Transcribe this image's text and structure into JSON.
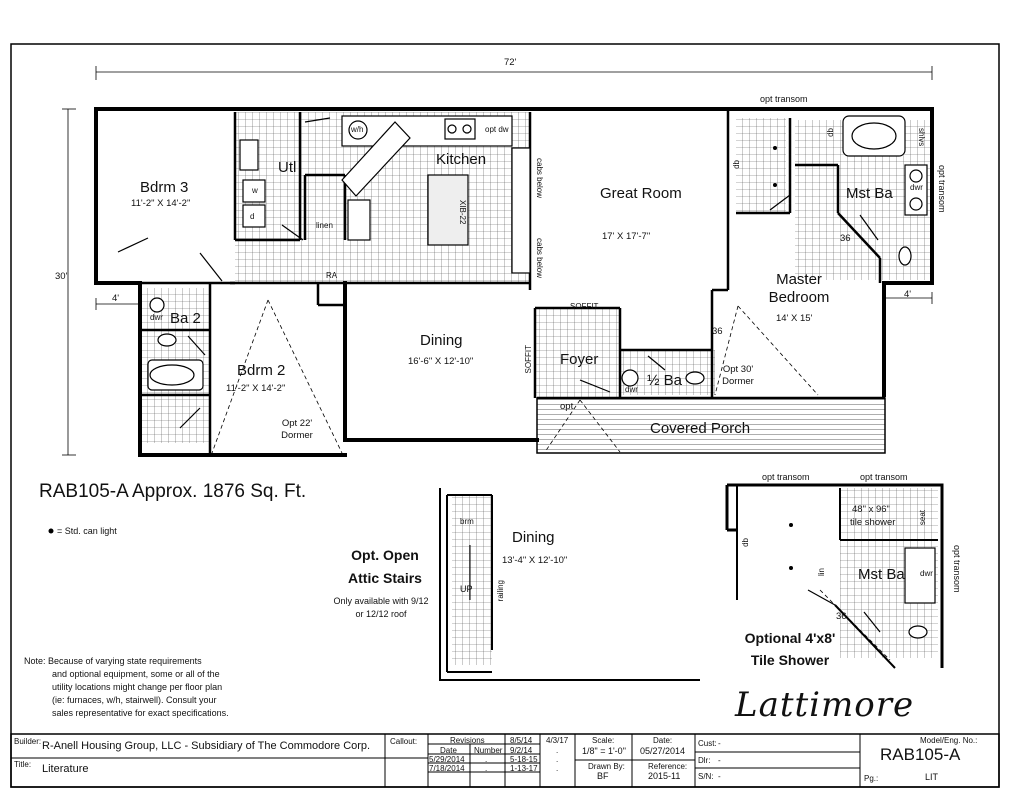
{
  "dims": {
    "overall_width": "72'",
    "overall_depth": "30'",
    "left_offset": "4'",
    "right_offset": "4'"
  },
  "rooms": {
    "bdrm3": {
      "name": "Bdrm 3",
      "size": "11'-2\" X 14'-2\""
    },
    "utl": "Utl",
    "linen": "linen",
    "kitchen": "Kitchen",
    "great_room": {
      "name": "Great Room",
      "size": "17' X 17'-7\""
    },
    "mst_ba": "Mst Ba",
    "master": {
      "name": "Master Bedroom",
      "size": "14' X 15'"
    },
    "ba2": "Ba 2",
    "bdrm2": {
      "name": "Bdrm 2",
      "size": "11'-2\" X 14'-2\""
    },
    "opt22": "Opt 22' Dormer",
    "dining": {
      "name": "Dining",
      "size": "16'-6\" X 12'-10\""
    },
    "foyer": "Foyer",
    "half_ba": "½ Ba",
    "opt30": "Opt 30' Dormer",
    "porch": "Covered Porch"
  },
  "fixtures": {
    "opt_transom": "opt transom",
    "opt_dw": "opt dw",
    "ra": "RA",
    "cabs_below": "cabs below",
    "xib": "XIB-22",
    "dwr": "dwr",
    "w": "w",
    "d": "d",
    "wh": "w/h",
    "soffit": "SOFFIT",
    "opt": "opt",
    "door36": "36",
    "shlvs": "shlvs",
    "db": "db",
    "lin": "lin",
    "seat": "seat",
    "brm": "brm",
    "up": "UP",
    "railing": "railing"
  },
  "model_heading": "RAB105-A  Approx. 1876 Sq. Ft.",
  "legend": "= Std. can light",
  "stairs": {
    "title_line1": "Opt. Open",
    "title_line2": "Attic Stairs",
    "note_line1": "Only available with 9/12",
    "note_line2": "or 12/12 roof",
    "dining": "Dining",
    "dining_size": "13'-4\" X 12'-10\""
  },
  "shower": {
    "title_line1": "Optional 4'x8'",
    "title_line2": "Tile Shower",
    "size_line1": "48\" x 96\"",
    "size_line2": "tile shower"
  },
  "note": {
    "line1": "Note:  Because of varying state requirements",
    "line2": "and optional equipment, some or all of the",
    "line3": "utility locations might change per floor plan",
    "line4": "(ie: furnaces, w/h, stairwell).  Consult your",
    "line5": "sales representative for exact specifications."
  },
  "signature": "Lattimore",
  "title_block": {
    "builder_label": "Builder:",
    "builder": "R-Anell Housing Group, LLC - Subsidiary of The Commodore Corp.",
    "title_label": "Title:",
    "title": "Literature",
    "callout": "Callout:",
    "revisions": "Revisions",
    "date_h": "Date",
    "number_h": "Number",
    "rev_dates": [
      "8/5/14",
      "4/3/17",
      "9/2/14",
      "5/29/2014",
      "5-18-15",
      "7/18/2014",
      "1-13-17"
    ],
    "dot": ".",
    "scale_label": "Scale:",
    "scale": "1/8\" = 1'-0\"",
    "date_label": "Date:",
    "date": "05/27/2014",
    "drawn_label": "Drawn By:",
    "drawn": "BF",
    "ref_label": "Reference:",
    "ref": "2015-11",
    "cust": "Cust:",
    "dlr": "Dlr:",
    "sn": "S/N:",
    "dash": "-",
    "model_label": "Model/Eng. No.:",
    "model": "RAB105-A",
    "pg_label": "Pg.:",
    "pg": "LIT"
  }
}
